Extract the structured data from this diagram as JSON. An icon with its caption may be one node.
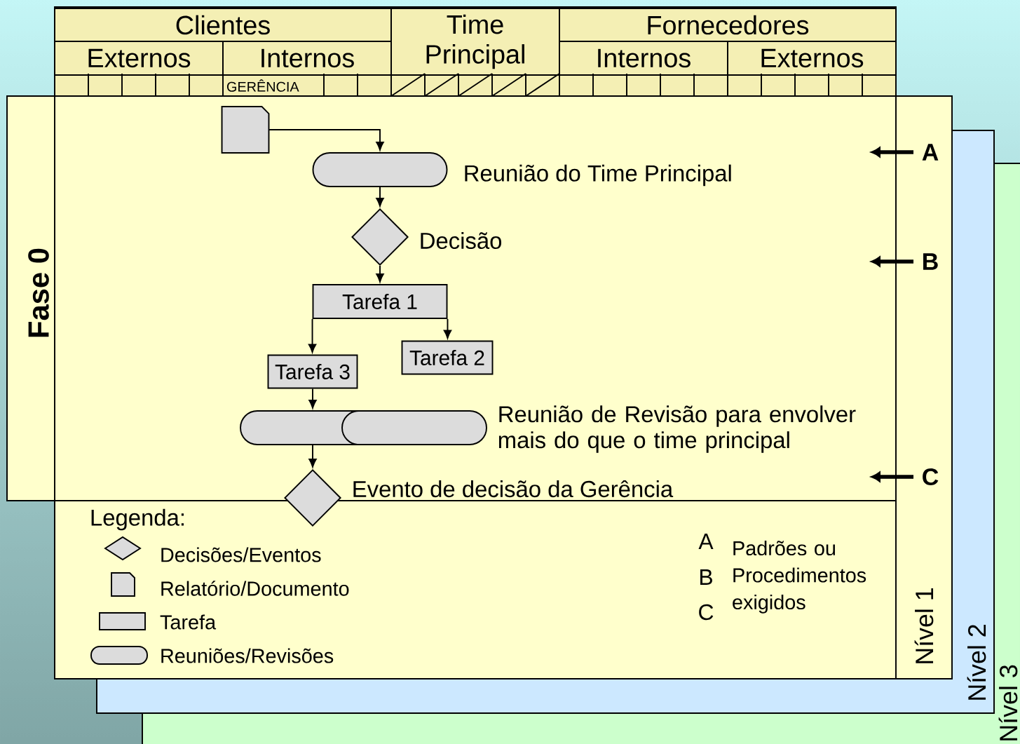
{
  "diagram": {
    "nodes": [
      {
        "text": [],
        "shape": "document"
      },
      {
        "text": [
          "Reunião do Time Principal"
        ]
      },
      {
        "text": [
          "Decisão"
        ]
      },
      {
        "text": [
          "Tarefa 1"
        ]
      },
      {
        "text": [
          "Tarefa 2"
        ]
      },
      {
        "text": [
          "Tarefa 3"
        ]
      },
      {
        "text": [
          "Reunião de Revisão para envolver mais do que o time principal"
        ]
      },
      {
        "text": [
          "Evento de decisão da Gerência"
        ]
      }
    ],
    "edges": [
      {
        "from": 0,
        "to": 1,
        "arrow": "to"
      },
      {
        "from": 1,
        "to": 2,
        "arrow": "to"
      },
      {
        "from": 2,
        "to": 3,
        "arrow": "to"
      },
      {
        "from": 3,
        "to": 5,
        "arrow": "to"
      },
      {
        "from": 3,
        "to": 4,
        "arrow": "to"
      },
      {
        "from": 5,
        "to": 6,
        "arrow": "to"
      },
      {
        "from": 6,
        "to": 7,
        "arrow": "to"
      }
    ],
    "labels": [
      "Clientes",
      "Time Principal",
      "Fornecedores",
      "Externos",
      "Internos",
      "Internos",
      "Externos",
      "GERÊNCIA",
      "Fase 0",
      "A",
      "B",
      "C",
      "Legenda:",
      "A",
      "B",
      "C",
      "Padrões ou Procedimentos exigidos",
      "Nível 1",
      "Nível 2",
      "Nível 3"
    ],
    "legend": [
      {
        "text": "Decisões/Eventos"
      },
      {
        "text": "Relatório/Documento"
      },
      {
        "text": "Tarefa"
      },
      {
        "text": "Reuniões/Revisões"
      }
    ]
  }
}
